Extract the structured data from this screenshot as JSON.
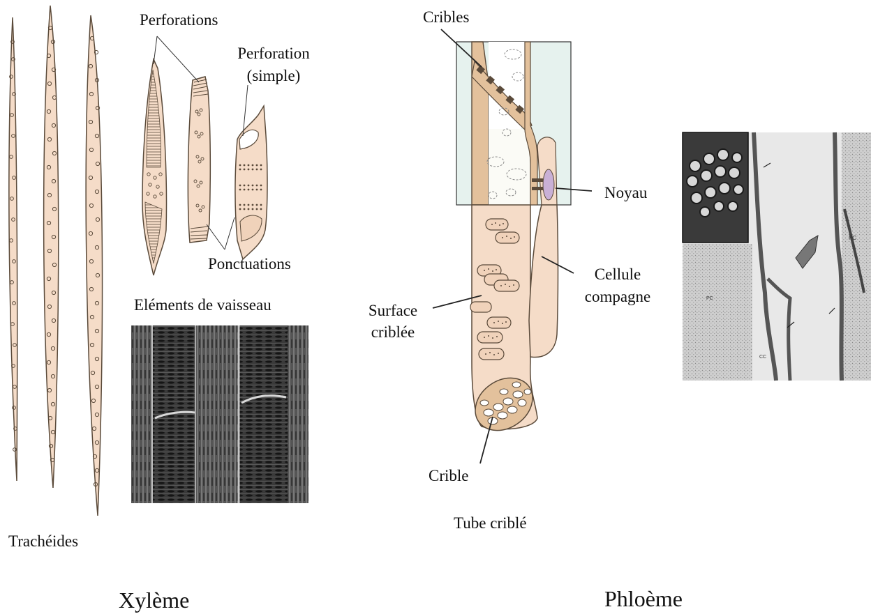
{
  "labels": {
    "perforations": "Perforations",
    "perforation_simple_1": "Perforation",
    "perforation_simple_2": "(simple)",
    "ponctuations": "Ponctuations",
    "elements_vaisseau": "Eléments de vaisseau",
    "tracheides": "Trachéides",
    "xyleme": "Xylème",
    "cribles": "Cribles",
    "noyau": "Noyau",
    "cellule_1": "Cellule",
    "cellule_2": "compagne",
    "surface_1": "Surface",
    "surface_2": "criblée",
    "crible": "Crible",
    "tube_crible": "Tube criblé",
    "phloeme": "Phloème",
    "micro_pc_1": "PC",
    "micro_pc_2": "PC",
    "micro_cc": "CC"
  },
  "colors": {
    "cell_fill": "#f5dcc8",
    "cell_stroke": "#5a4a3a",
    "wall_fill": "#e3c19c",
    "inset_bg": "#e6f2ee",
    "micrograph_dark": "#2a2a2a",
    "micrograph_light": "#e8e8e8"
  }
}
